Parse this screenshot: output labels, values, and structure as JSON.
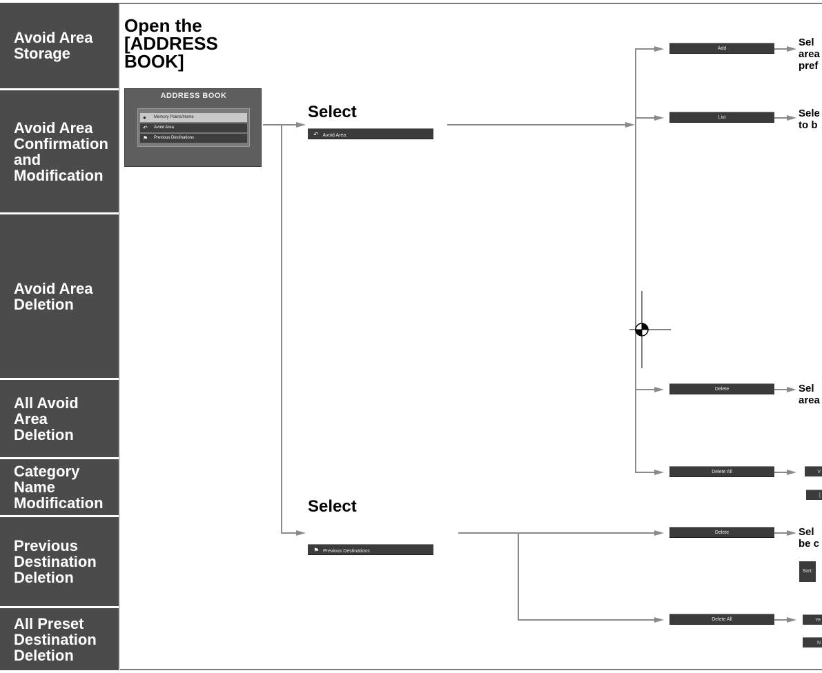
{
  "sidebar": {
    "items": [
      {
        "label": "Avoid Area\nStorage"
      },
      {
        "label": "Avoid Area\nConfirmation\nand\nModification"
      },
      {
        "label": "Avoid Area\nDeletion"
      },
      {
        "label": "All Avoid\nArea\nDeletion"
      },
      {
        "label": "Category\nName\nModification"
      },
      {
        "label": "Previous\nDestination\nDeletion"
      },
      {
        "label": "All Preset\nDestination\nDeletion"
      }
    ]
  },
  "steps": {
    "open": "Open the\n[ADDRESS\nBOOK]",
    "select1": "Select",
    "select2": "Select"
  },
  "address_book": {
    "title": "ADDRESS BOOK",
    "items": [
      "Memory Points/Home",
      "Avoid Area",
      "Previous Destinations"
    ]
  },
  "bars": {
    "avoid_area": "Avoid Area",
    "previous_destinations": "Previous Destinations",
    "add": "Add",
    "list": "List",
    "delete1": "Delete",
    "delete_all1": "Delete All",
    "delete2": "Delete",
    "delete_all2": "Delete All"
  },
  "small_buttons": {
    "v": "V",
    "blank": "[",
    "ye": "Ye",
    "n": "N"
  },
  "sort_chip": "Sort:",
  "right_texts": {
    "t_add": "Sel\narea\npref",
    "t_list": "Sele\nto b",
    "t_delete1": "Sel\narea",
    "t_delete2": "Sel\nbe c"
  },
  "colors": {
    "sidebar_bg": "#4b4b4b",
    "bar_bg": "#3b3b3b",
    "line": "#8a8a8a"
  },
  "icons": {
    "avoid_area": "u-turn-icon",
    "previous_destinations": "flag-icon",
    "memory_points": "pin-icon",
    "registration_mark": "crosshair-icon"
  }
}
